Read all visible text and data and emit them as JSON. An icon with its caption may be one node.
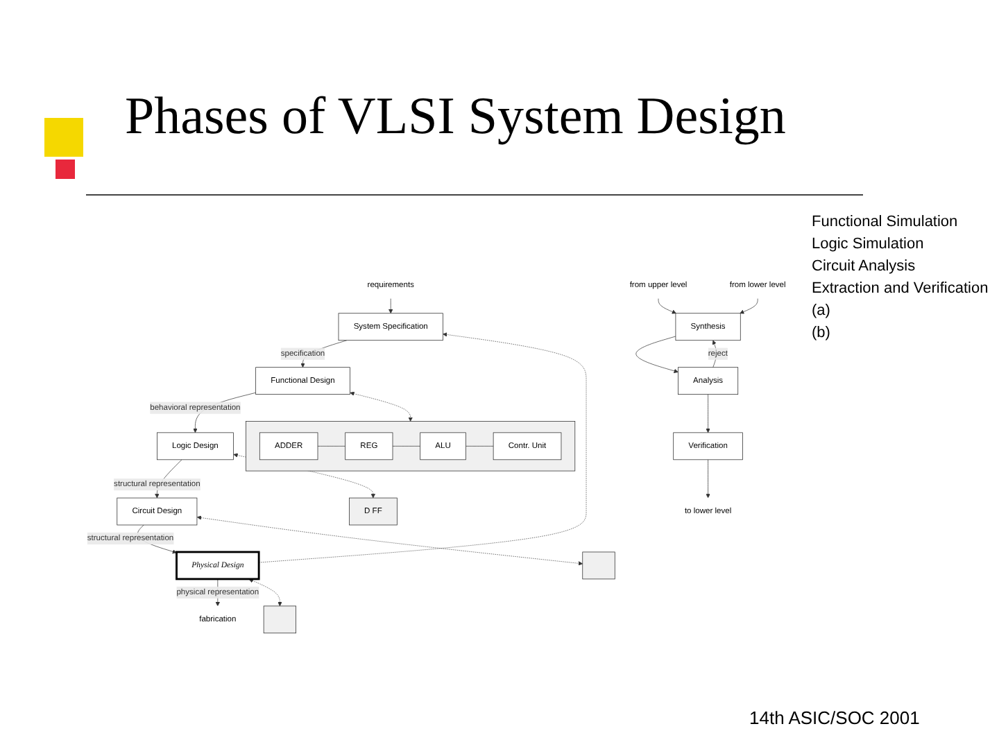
{
  "diagram": {
    "title": "Phases of VLSI System Design",
    "nodes": [
      {
        "text": [
          "requirements"
        ]
      },
      {
        "text": [
          "System Specification"
        ]
      },
      {
        "text": [
          "Functional Design"
        ]
      },
      {
        "text": [
          "Logic Design"
        ]
      },
      {
        "text": [
          "Circuit Design"
        ]
      },
      {
        "text": [
          "Physical Design"
        ]
      },
      {
        "text": [
          "fabrication"
        ]
      },
      {
        "text": [],
        "shape": "box"
      },
      {
        "text": [
          "REG"
        ],
        "in": 7
      },
      {
        "text": [
          "ALU"
        ],
        "in": 7
      },
      {
        "text": [
          "Contr. Unit"
        ],
        "in": 7
      },
      {
        "text": [
          "ADDER"
        ],
        "in": 7
      },
      {
        "text": [
          "D FF"
        ]
      },
      {
        "text": [],
        "shape": "box"
      },
      {
        "text": [],
        "shape": "box"
      },
      {
        "text": [
          "from upper level"
        ]
      },
      {
        "text": [
          "Synthesis"
        ]
      },
      {
        "text": [
          "Analysis"
        ]
      },
      {
        "text": [
          "Verification"
        ]
      },
      {
        "text": [
          "to lower level"
        ]
      },
      {
        "text": [
          "from lower level"
        ]
      }
    ],
    "edges": [
      {
        "from": 0,
        "to": 1,
        "arrow": "to"
      },
      {
        "from": 1,
        "to": 2,
        "arrow": "to",
        "label": "specification"
      },
      {
        "from": 2,
        "to": 3,
        "arrow": "to",
        "label": "behavioral representation"
      },
      {
        "from": 3,
        "to": 4,
        "arrow": "to",
        "label": "structural representation"
      },
      {
        "from": 4,
        "to": 5,
        "arrow": "to",
        "label": "structural representation"
      },
      {
        "from": 5,
        "to": 6,
        "arrow": "to",
        "label": "physical representation"
      },
      {
        "from": 2,
        "to": 7,
        "arrow": "both",
        "style": "dashed"
      },
      {
        "from": 3,
        "to": 12,
        "arrow": "both",
        "style": "dashed"
      },
      {
        "from": 4,
        "to": 13,
        "arrow": "both",
        "style": "dashed"
      },
      {
        "from": 5,
        "to": 14,
        "arrow": "both",
        "style": "dashed"
      },
      {
        "from": 5,
        "to": 1,
        "arrow": "to",
        "style": "dashed"
      },
      {
        "from": 8,
        "to": 9,
        "arrow": "none"
      },
      {
        "from": 9,
        "to": 10,
        "arrow": "none"
      },
      {
        "from": 11,
        "to": 8,
        "arrow": "none"
      },
      {
        "from": 15,
        "to": 16,
        "arrow": "to"
      },
      {
        "from": 16,
        "to": 17,
        "arrow": "to"
      },
      {
        "from": 17,
        "to": 18,
        "arrow": "to"
      },
      {
        "from": 18,
        "to": 19,
        "arrow": "to"
      },
      {
        "from": 20,
        "to": 16,
        "arrow": "to"
      },
      {
        "from": 17,
        "to": 16,
        "arrow": "to",
        "label": "reject"
      }
    ],
    "labels": [
      "Functional Simulation",
      "Logic Simulation",
      "Circuit Analysis",
      "Extraction and Verification",
      "(a)",
      "(b)",
      "14th ASIC/SOC 2001"
    ]
  }
}
